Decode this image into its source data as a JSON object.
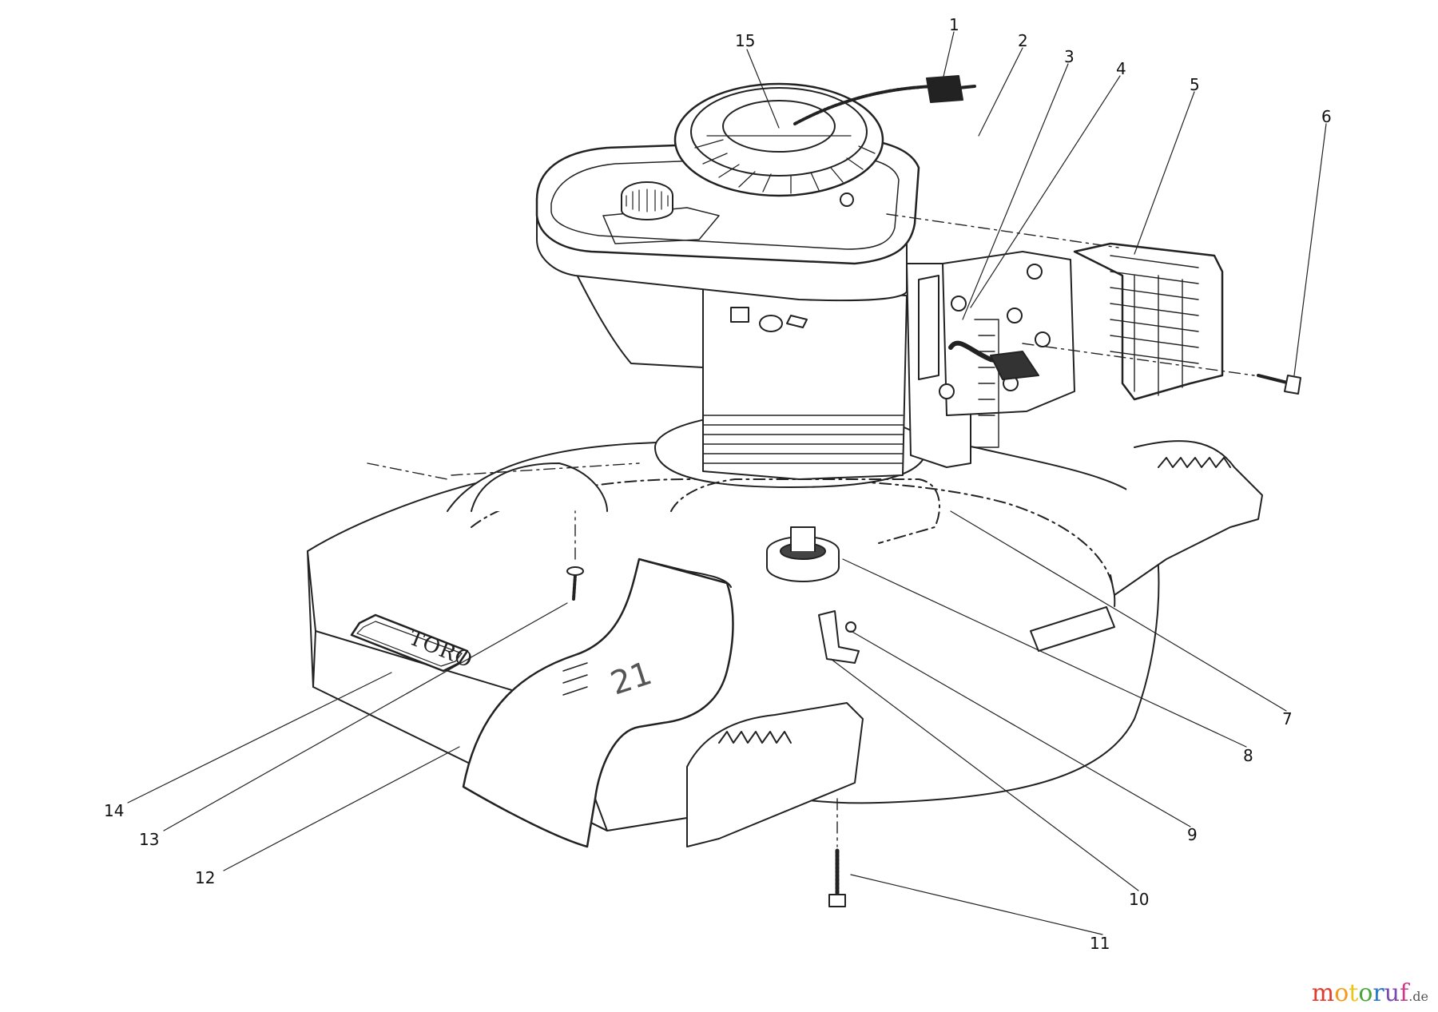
{
  "callouts": [
    {
      "id": "1",
      "label": "1"
    },
    {
      "id": "2",
      "label": "2"
    },
    {
      "id": "3",
      "label": "3"
    },
    {
      "id": "4",
      "label": "4"
    },
    {
      "id": "5",
      "label": "5"
    },
    {
      "id": "6",
      "label": "6"
    },
    {
      "id": "7",
      "label": "7"
    },
    {
      "id": "8",
      "label": "8"
    },
    {
      "id": "9",
      "label": "9"
    },
    {
      "id": "10",
      "label": "10"
    },
    {
      "id": "11",
      "label": "11"
    },
    {
      "id": "12",
      "label": "12"
    },
    {
      "id": "13",
      "label": "13"
    },
    {
      "id": "14",
      "label": "14"
    },
    {
      "id": "15",
      "label": "15"
    }
  ],
  "deck": {
    "brand_logo": "TORO",
    "model_number": "21"
  },
  "watermark": {
    "letters": [
      "m",
      "o",
      "t",
      "o",
      "r",
      "u",
      "f"
    ],
    "tld": ".de"
  }
}
